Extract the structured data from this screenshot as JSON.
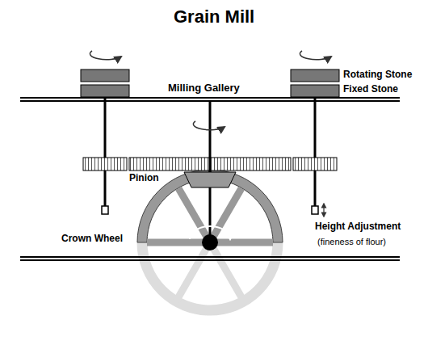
{
  "diagram": {
    "title": "Grain Mill",
    "labels": [
      "Rotating Stone",
      "Fixed Stone",
      "Milling Gallery",
      "Pinion",
      "Crown Wheel",
      "Height Adjustment",
      "(fineness of flour)"
    ]
  }
}
